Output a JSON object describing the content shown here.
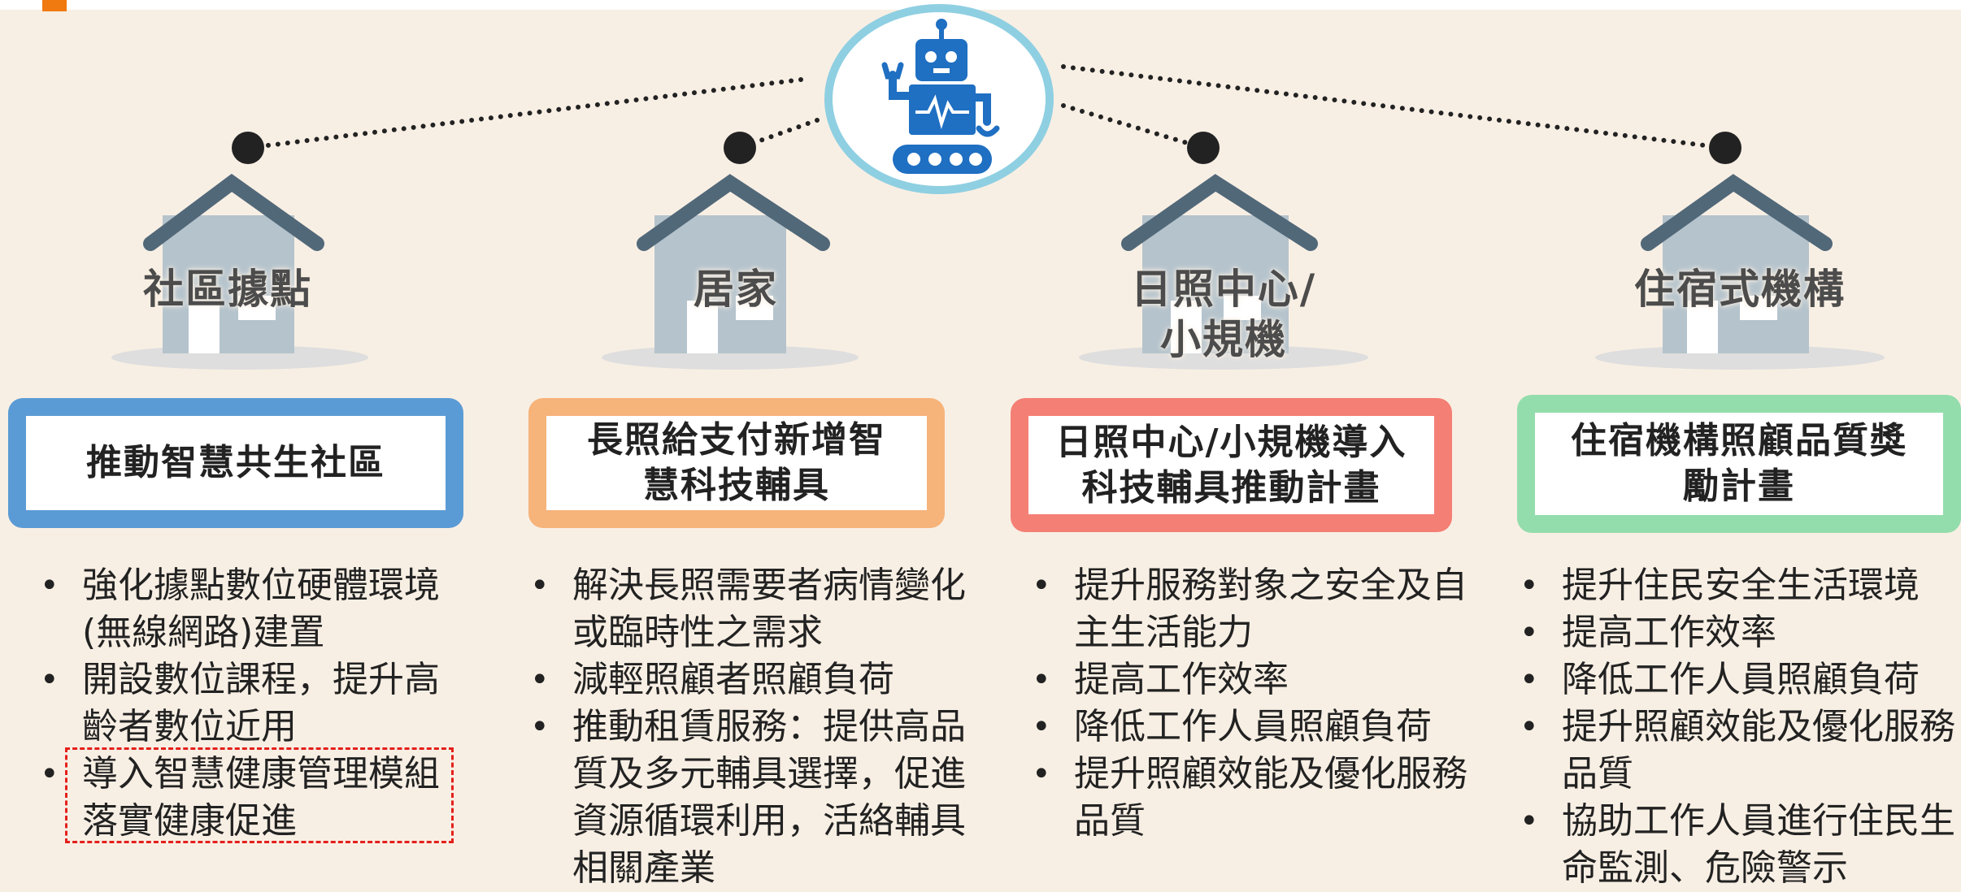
{
  "colors": {
    "background": "#f8efe4",
    "house": "#b5c3cc",
    "roof": "#516879",
    "robot": "#1f6fc2",
    "robot_ring": "#8fcfe2",
    "highlight_dash": "#e3201b"
  },
  "robot": {
    "icon": "robot-icon"
  },
  "columns": [
    {
      "place": "社區據點",
      "title": "推動智慧共生社區",
      "border_color": "#5b9bd5",
      "bullets": [
        "強化據點數位硬體環境(無線網路)建置",
        "開設數位課程，提升高齡者數位近用",
        "導入智慧健康管理模組落實健康促進"
      ],
      "highlighted_bullet_index": 2
    },
    {
      "place": "居家",
      "title": "長照給支付新增智慧科技輔具",
      "border_color": "#f6b37a",
      "bullets": [
        "解決長照需要者病情變化或臨時性之需求",
        "減輕照顧者照顧負荷",
        "推動租賃服務：提供高品質及多元輔具選擇，促進資源循環利用，活絡輔具相關產業"
      ]
    },
    {
      "place": "日照中心/小規機",
      "title": "日照中心/小規機導入科技輔具推動計畫",
      "border_color": "#f47f74",
      "bullets": [
        "提升服務對象之安全及自主生活能力",
        "提高工作效率",
        "降低工作人員照顧負荷",
        "提升照顧效能及優化服務品質"
      ]
    },
    {
      "place": "住宿式機構",
      "title": "住宿機構照顧品質獎勵計畫",
      "border_color": "#93ddac",
      "bullets": [
        "提升住民安全生活環境",
        "提高工作效率",
        "降低工作人員照顧負荷",
        "提升照顧效能及優化服務品質",
        "協助工作人員進行住民生命監測、危險警示"
      ]
    }
  ]
}
